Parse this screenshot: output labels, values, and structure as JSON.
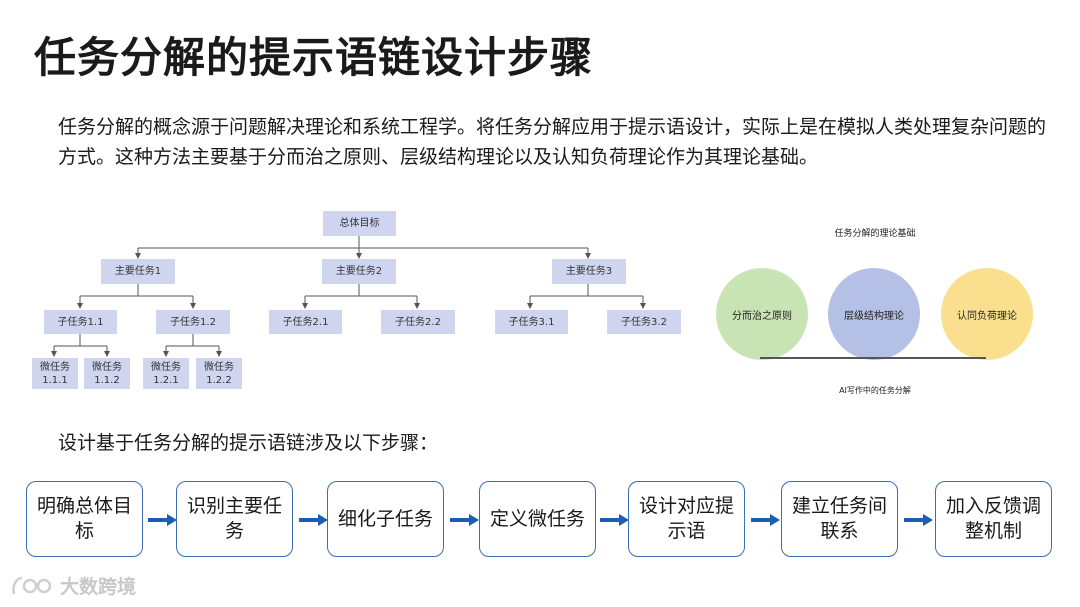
{
  "title": "任务分解的提示语链设计步骤",
  "intro": "任务分解的概念源于问题解决理论和系统工程学。将任务分解应用于提示语设计，实际上是在模拟人类处理复杂问题的方式。这种方法主要基于分而治之原则、层级结构理论以及认知负荷理论作为其理论基础。",
  "tree": {
    "root": "总体目标",
    "main": [
      "主要任务1",
      "主要任务2",
      "主要任务3"
    ],
    "sub": [
      "子任务1.1",
      "子任务1.2",
      "子任务2.1",
      "子任务2.2",
      "子任务3.1",
      "子任务3.2"
    ],
    "micro": [
      "微任务 1.1.1",
      "微任务 1.1.2",
      "微任务 1.2.1",
      "微任务 1.2.2"
    ]
  },
  "theory": {
    "title": "任务分解的理论基础",
    "circles": [
      "分而治之原则",
      "层级结构理论",
      "认同负荷理论"
    ],
    "caption": "AI写作中的任务分解",
    "colors": [
      "#c9e4b4",
      "#b4c0e6",
      "#fae08e"
    ]
  },
  "steps_intro": "设计基于任务分解的提示语链涉及以下步骤：",
  "steps": [
    "明确总体目标",
    "识别主要任务",
    "细化子任务",
    "定义微任务",
    "设计对应提示语",
    "建立任务间联系",
    "加入反馈调整机制"
  ],
  "watermark": "大数跨境",
  "colors": {
    "node_fill": "#cfd4ef",
    "step_border": "#3b6db3",
    "arrow": "#1a5fb4"
  }
}
